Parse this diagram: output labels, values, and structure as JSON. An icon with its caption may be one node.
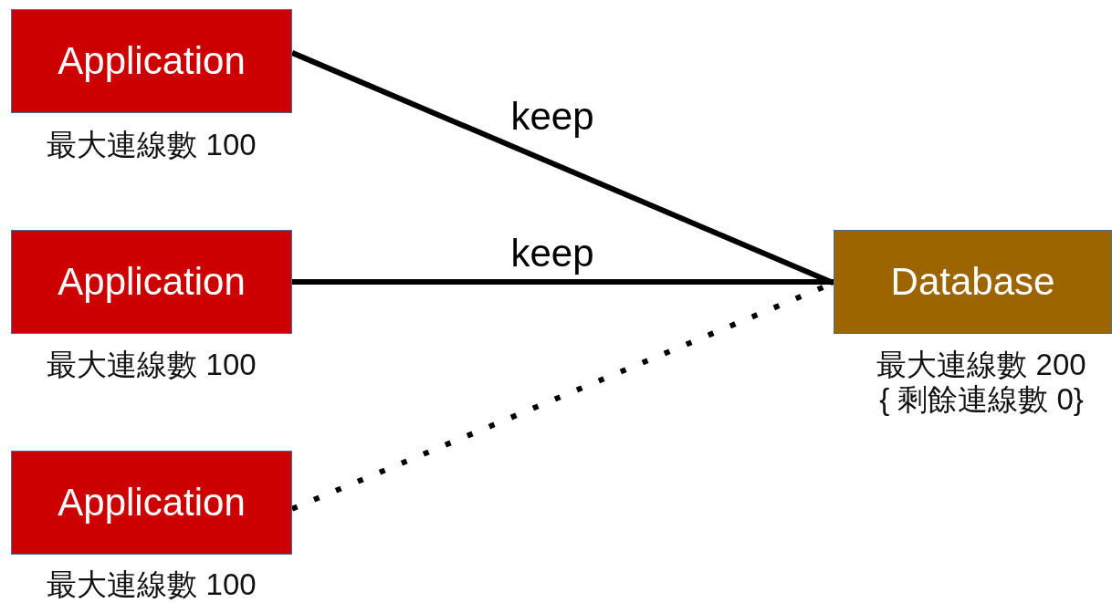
{
  "diagram": {
    "nodes": [
      {
        "text": [
          "Application"
        ],
        "beside": [
          "最大連線數 100"
        ]
      },
      {
        "text": [
          "Application"
        ],
        "beside": [
          "最大連線數 100"
        ]
      },
      {
        "text": [
          "Application"
        ],
        "beside": [
          "最大連線數 100"
        ]
      },
      {
        "text": [
          "Database"
        ],
        "beside": [
          "最大連線數 200",
          "{ 剩餘連線數 0}"
        ]
      }
    ],
    "edges": [
      {
        "from": 0,
        "to": 3,
        "arrow": "none",
        "label": "keep"
      },
      {
        "from": 1,
        "to": 3,
        "arrow": "none",
        "label": "keep"
      },
      {
        "from": 2,
        "to": 3,
        "arrow": "none",
        "style": "dashed"
      }
    ]
  }
}
